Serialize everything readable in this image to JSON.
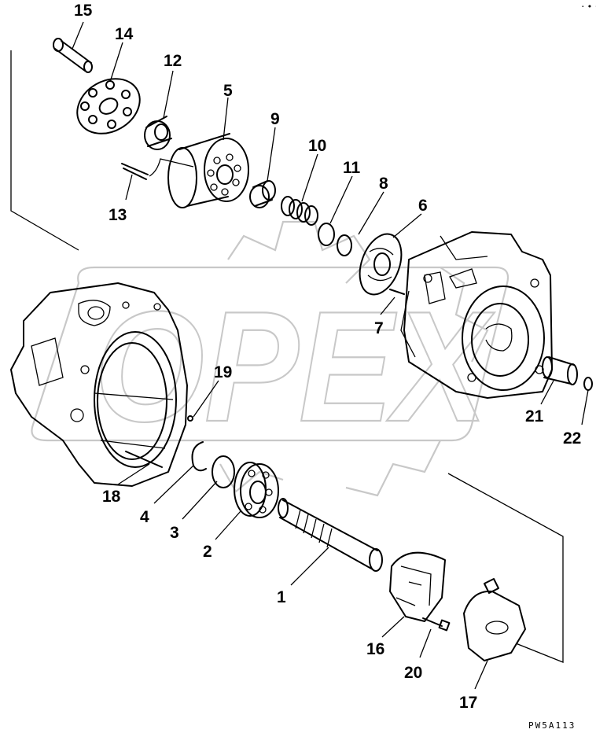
{
  "watermark": "OPEX",
  "drawing_code": "PW5A113",
  "corner_mark": "·•·",
  "callouts": {
    "c1": "1",
    "c2": "2",
    "c3": "3",
    "c4": "4",
    "c5": "5",
    "c6": "6",
    "c7": "7",
    "c8": "8",
    "c9": "9",
    "c10": "10",
    "c11": "11",
    "c12": "12",
    "c13": "13",
    "c14": "14",
    "c15": "15",
    "c16": "16",
    "c17": "17",
    "c18": "18",
    "c19": "19",
    "c20": "20",
    "c21": "21",
    "c22": "22"
  }
}
